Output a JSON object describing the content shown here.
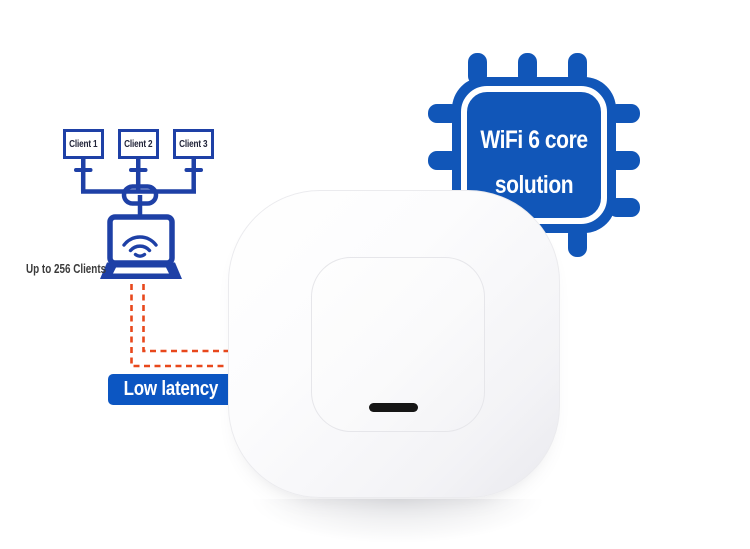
{
  "colors": {
    "diagram_blue": "#1e40a6",
    "chip_blue": "#1156b8",
    "banner_blue": "#0c56c2",
    "dash_orange": "#e8481c",
    "client_text": "#23263a",
    "capacity_text": "#3b3b3b",
    "led_black": "#161616"
  },
  "network_diagram": {
    "clients": [
      {
        "label": "Client 1"
      },
      {
        "label": "Client 2"
      },
      {
        "label": "Client 3"
      }
    ],
    "capacity_label": "Up to 256 Clients"
  },
  "callouts": {
    "latency_banner": "Low latency",
    "chip": {
      "line1": "WiFi 6 core",
      "line2": "solution"
    }
  }
}
